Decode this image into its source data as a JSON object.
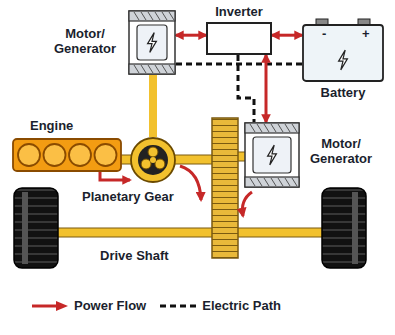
{
  "diagram": {
    "nodes": [
      {
        "text": [
          "Motor/ Generator"
        ]
      },
      {
        "text": [
          "Inverter"
        ]
      },
      {
        "text": [
          "Battery"
        ]
      },
      {
        "text": [
          "Engine"
        ]
      },
      {
        "text": [
          "Planetary Gear"
        ]
      },
      {
        "text": [
          "Motor/ Generator"
        ]
      }
    ],
    "edges": [
      {
        "from": 0,
        "to": 1,
        "arrow": "both"
      },
      {
        "from": 1,
        "to": 2,
        "arrow": "both"
      },
      {
        "from": 0,
        "to": 2,
        "arrow": "none"
      },
      {
        "from": 1,
        "to": 5,
        "arrow": "both"
      },
      {
        "from": 1,
        "to": 5,
        "arrow": "none"
      },
      {
        "from": 3,
        "to": 4,
        "arrow": "to"
      },
      {
        "from": 0,
        "to": 4,
        "arrow": "none"
      }
    ],
    "labels": [
      "Drive Shaft",
      "-",
      "+"
    ],
    "legend": [
      {
        "text": "Power Flow"
      },
      {
        "text": "Electric Path"
      }
    ]
  }
}
